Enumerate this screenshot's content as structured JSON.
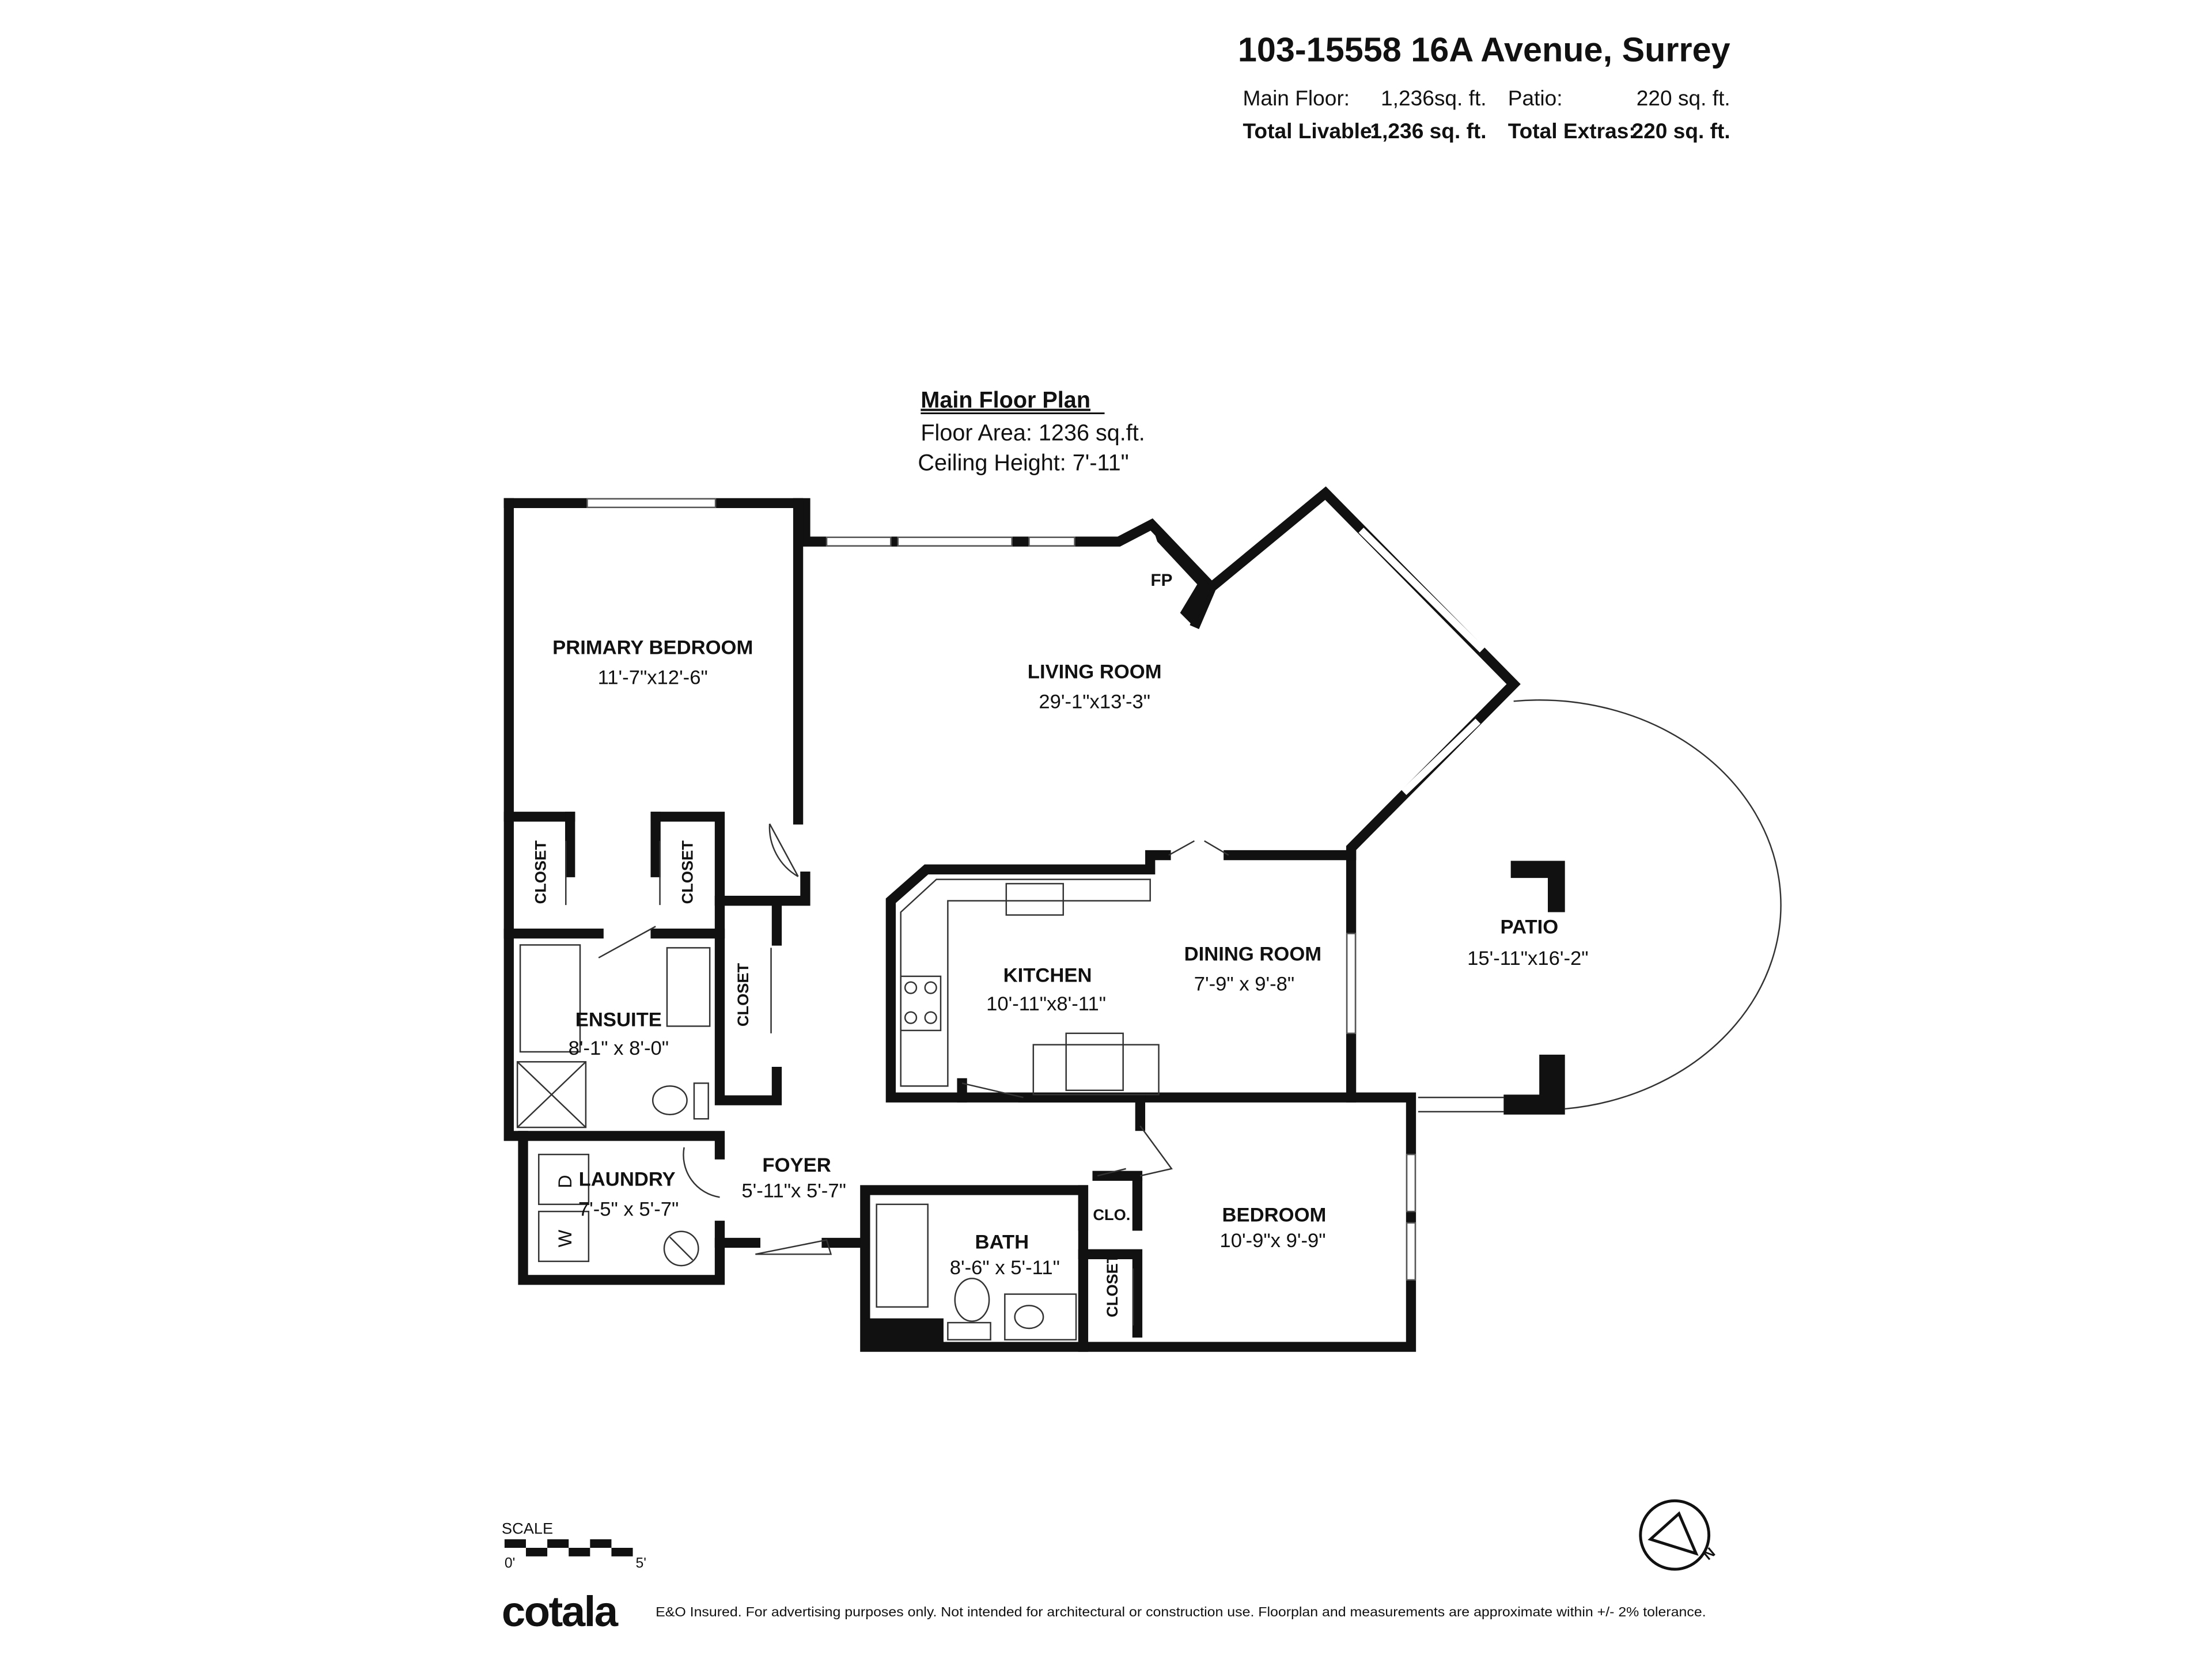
{
  "header": {
    "address": "103-15558 16A Avenue, Surrey",
    "main_floor_label": "Main Floor:",
    "main_floor_value": "1,236sq. ft.",
    "patio_label": "Patio:",
    "patio_value": "220 sq. ft.",
    "total_livable_label": "Total Livable:",
    "total_livable_value": "1,236 sq. ft.",
    "total_extras_label": "Total Extras:",
    "total_extras_value": "220 sq. ft."
  },
  "plan": {
    "title": "Main Floor Plan",
    "floor_area": "Floor Area: 1236 sq.ft.",
    "ceiling_height": "Ceiling Height: 7'-11\""
  },
  "rooms": {
    "primary_bedroom": {
      "name": "PRIMARY BEDROOM",
      "dims": "11'-7\"x12'-6\""
    },
    "living_room": {
      "name": "LIVING ROOM",
      "dims": "29'-1\"x13'-3\""
    },
    "fireplace": "FP",
    "patio": {
      "name": "PATIO",
      "dims": "15'-11\"x16'-2\""
    },
    "kitchen": {
      "name": "KITCHEN",
      "dims": "10'-11\"x8'-11\""
    },
    "dining_room": {
      "name": "DINING ROOM",
      "dims": "7'-9\" x 9'-8\""
    },
    "ensuite": {
      "name": "ENSUITE",
      "dims": "8'-1\" x 8'-0\""
    },
    "laundry": {
      "name": "LAUNDRY",
      "dims": "7'-5\" x 5'-7\""
    },
    "foyer": {
      "name": "FOYER",
      "dims": "5'-11\"x 5'-7\""
    },
    "bath": {
      "name": "BATH",
      "dims": "8'-6\" x 5'-11\""
    },
    "bedroom": {
      "name": "BEDROOM",
      "dims": "10'-9\"x 9'-9\""
    },
    "closet": "CLOSET",
    "clo": "CLO.",
    "dryer": "D",
    "washer": "W"
  },
  "scale": {
    "label": "SCALE",
    "start": "0'",
    "end": "5'"
  },
  "compass": {
    "label": "N",
    "icon": "north-arrow-icon"
  },
  "footer": {
    "logo": "cotala",
    "disclaimer": "E&O Insured. For advertising purposes only. Not intended for architectural or construction use. Floorplan and measurements are approximate within +/- 2% tolerance."
  }
}
